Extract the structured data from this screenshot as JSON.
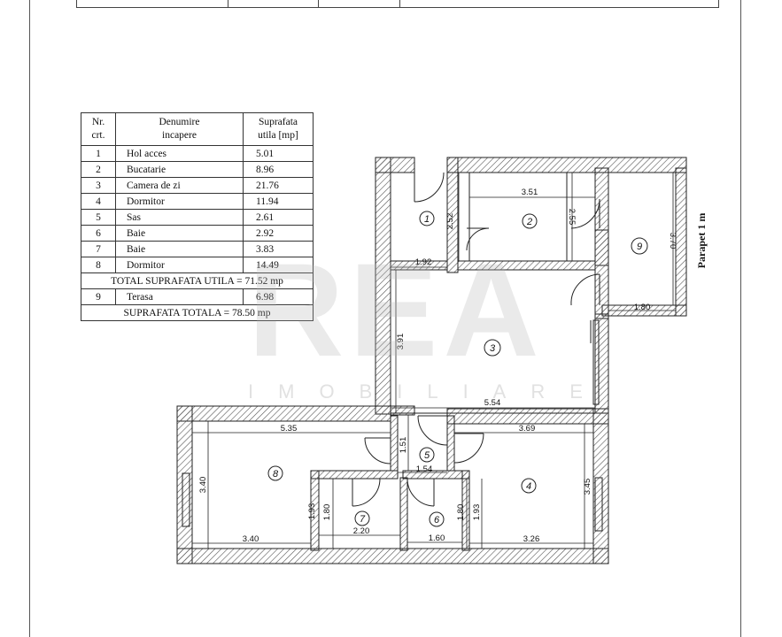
{
  "table": {
    "headers": {
      "nr": "Nr.\ncrt.",
      "name": "Denumire\nincapere",
      "area": "Suprafata\nutila [mp]"
    },
    "rows": [
      {
        "nr": "1",
        "name": "Hol acces",
        "area": "5.01"
      },
      {
        "nr": "2",
        "name": "Bucatarie",
        "area": "8.96"
      },
      {
        "nr": "3",
        "name": "Camera de zi",
        "area": "21.76"
      },
      {
        "nr": "4",
        "name": "Dormitor",
        "area": "11.94"
      },
      {
        "nr": "5",
        "name": "Sas",
        "area": "2.61"
      },
      {
        "nr": "6",
        "name": "Baie",
        "area": "2.92"
      },
      {
        "nr": "7",
        "name": "Baie",
        "area": "3.83"
      },
      {
        "nr": "8",
        "name": "Dormitor",
        "area": "14.49"
      }
    ],
    "total_util": "TOTAL SUPRAFATA UTILA = 71.52 mp",
    "terrace": {
      "nr": "9",
      "name": "Terasa",
      "area": "6.98"
    },
    "total": "SUPRAFATA TOTALA = 78.50 mp"
  },
  "plan": {
    "rooms": [
      "1",
      "2",
      "3",
      "4",
      "5",
      "6",
      "7",
      "8",
      "9"
    ],
    "dims": {
      "d_3_51": "3.51",
      "d_2_55": "2.55",
      "d_2_52": "2.52",
      "d_1_92": "1.92",
      "d_3_70": "3.70",
      "d_1_80_top": "1.80",
      "d_3_91": "3.91",
      "d_5_54": "5.54",
      "d_5_35": "5.35",
      "d_3_69": "3.69",
      "d_1_51": "1.51",
      "d_1_54": "1.54",
      "d_3_40_v": "3.40",
      "d_3_45": "3.45",
      "d_1_93_l": "1.93",
      "d_1_80_l": "1.80",
      "d_2_20": "2.20",
      "d_1_80_r": "1.80",
      "d_1_93_r": "1.93",
      "d_1_60": "1.60",
      "d_3_40_h": "3.40",
      "d_3_26": "3.26"
    },
    "parapet": "Parapet 1 m"
  },
  "watermark": {
    "big": "REA",
    "small": "IMOBILIARE"
  }
}
